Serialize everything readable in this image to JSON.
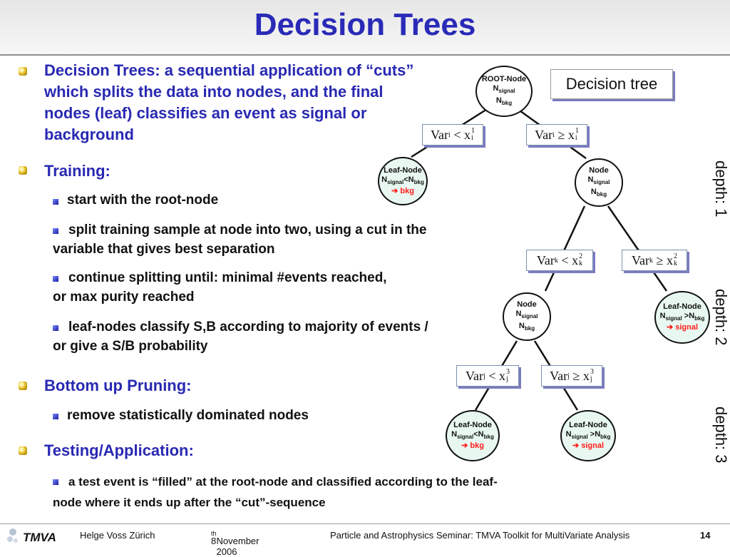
{
  "slide": {
    "title": "Decision Trees",
    "bullets": {
      "b1": "Decision Trees: a sequential application of “cuts”  which splits the data into nodes, and the final nodes (leaf) classifies an event as signal or background",
      "b2": "Training:",
      "b2_items": [
        "start with the root-node",
        "split training sample at node into two, using a cut  in the variable that gives best separation",
        "continue splitting until: minimal #events reached,  or  max purity reached",
        "leaf-nodes classify S,B according to majority of events  / or give a S/B probability"
      ],
      "b3": "Bottom up Pruning:",
      "b3_items": [
        "remove statistically dominated nodes"
      ],
      "b4": "Testing/Application:",
      "b4_items": [
        "a test event is “filled” at the root-node and classified according to the leaf-node where it ends up after the “cut”-sequence"
      ]
    }
  },
  "tree": {
    "label": "Decision tree",
    "root": {
      "title": "ROOT-Node",
      "n_signal": "N",
      "signal_sub": "signal",
      "n_bkg": "N",
      "bkg_sub": "bkg"
    },
    "leaf_label": "Leaf-Node",
    "node_label": "Node",
    "arrow": "➔",
    "class_bkg": "bkg",
    "class_signal": "signal",
    "lt": "<",
    "gt": ">",
    "var": "Var",
    "x": "x",
    "cuts": {
      "c1l": {
        "sub": "i",
        "op": "<",
        "sup": "1"
      },
      "c1r": {
        "sub": "i",
        "op": "≥",
        "sup": "1"
      },
      "c2l": {
        "sub": "k",
        "op": "<",
        "sup": "2"
      },
      "c2r": {
        "sub": "k",
        "op": "≥",
        "sup": "2"
      },
      "c3l": {
        "sub": "j",
        "op": "<",
        "sup": "3"
      },
      "c3r": {
        "sub": "j",
        "op": "≥",
        "sup": "3"
      }
    },
    "depths": [
      "depth: 1",
      "depth: 2",
      "depth: 3"
    ]
  },
  "footer": {
    "logo": "TMVA",
    "author": "Helge Voss Zürich",
    "date_num": "8",
    "date_sup": "th",
    "date_rest": " November 2006",
    "seminar": "Particle and Astrophysics Seminar:   TMVA Toolkit for MultiVariate Analysis",
    "page": "14"
  },
  "colors": {
    "title": "#2a2ab8",
    "heading": "#2929b3",
    "signal": "#ff1a1a",
    "leaf_fill": "#e8f8f0"
  }
}
